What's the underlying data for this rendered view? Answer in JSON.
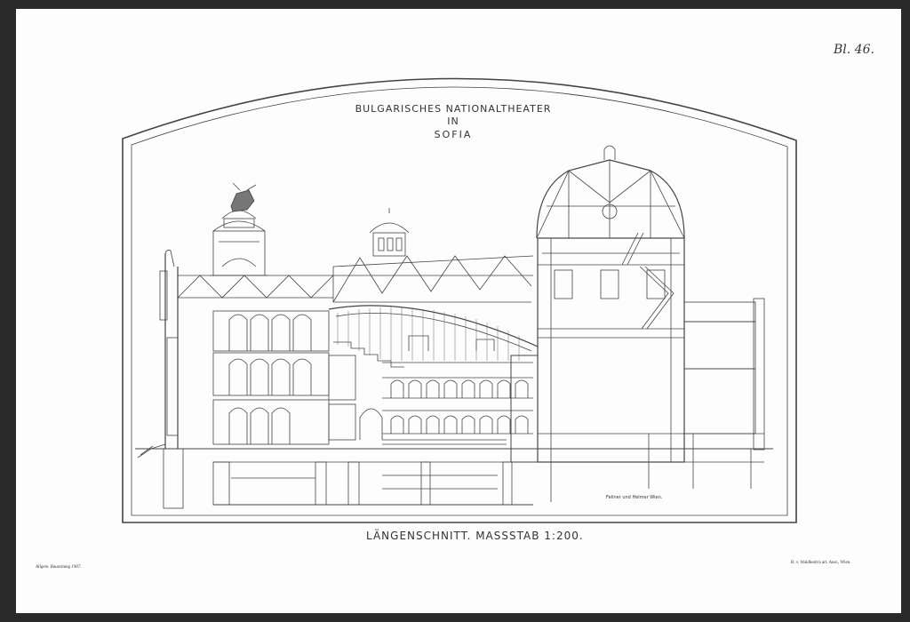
{
  "plate": {
    "number": "Bl. 46."
  },
  "title": {
    "line1": "BULGARISCHES NATIONALTHEATER",
    "line2": "IN",
    "line3": "SOFIA"
  },
  "drawing": {
    "caption": "LÄNGENSCHNITT.    MASSSTAB 1:200.",
    "architects": "Fellner und Helmer Wien."
  },
  "footer": {
    "left": "Allgem. Bauzeitung 1907.",
    "right": "R. v. Waldheim's art. Anst., Wien."
  },
  "colors": {
    "paper": "#fdfdfd",
    "ink": "#3a3a3a",
    "background": "#2a2a2a"
  }
}
